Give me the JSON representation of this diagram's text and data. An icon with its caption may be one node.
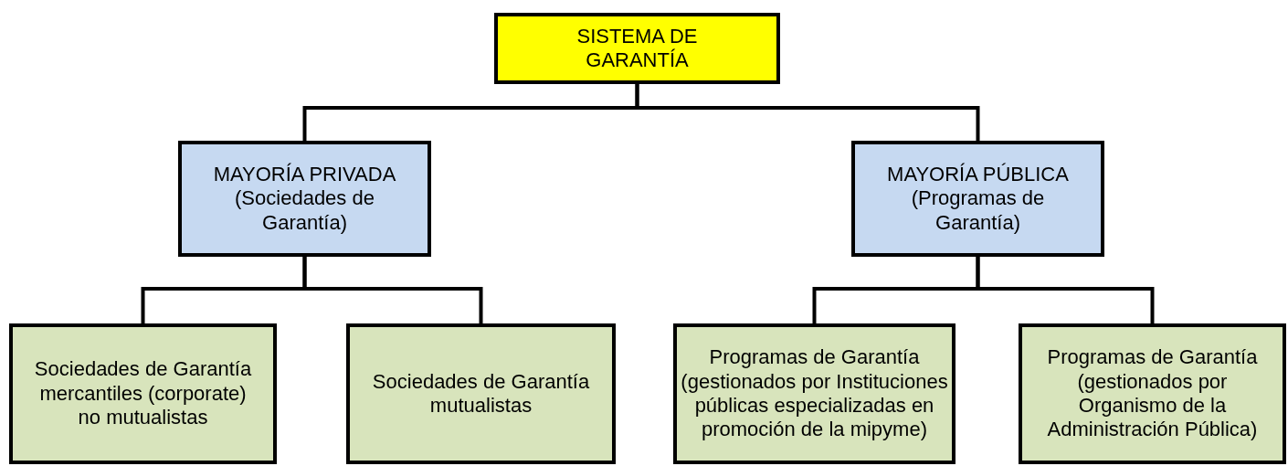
{
  "diagram": {
    "nodes": [
      {
        "text": [
          "SISTEMA DE GARANTÍA"
        ]
      },
      {
        "text": [
          "MAYORÍA PRIVADA (Sociedades de Garantía)"
        ]
      },
      {
        "text": [
          "MAYORÍA PÚBLICA (Programas de Garantía)"
        ]
      },
      {
        "text": [
          "Sociedades de Garantía mercantiles (corporate) no mutualistas"
        ]
      },
      {
        "text": [
          "Sociedades de Garantía mutualistas"
        ]
      },
      {
        "text": [
          "Programas de Garantía (gestionados por Instituciones públicas especializadas en promoción de la mipyme)"
        ]
      },
      {
        "text": [
          "Programas de Garantía (gestionados por Organismo de la Administración Pública)"
        ]
      }
    ],
    "edges": [
      {
        "from": 0,
        "to": 1,
        "arrow": "none"
      },
      {
        "from": 0,
        "to": 2,
        "arrow": "none"
      },
      {
        "from": 1,
        "to": 3,
        "arrow": "none"
      },
      {
        "from": 1,
        "to": 4,
        "arrow": "none"
      },
      {
        "from": 2,
        "to": 5,
        "arrow": "none"
      },
      {
        "from": 2,
        "to": 6,
        "arrow": "none"
      }
    ]
  }
}
